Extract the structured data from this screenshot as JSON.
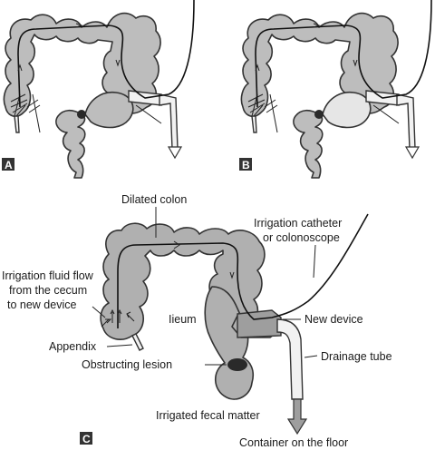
{
  "panels": {
    "a": "A",
    "b": "B",
    "c": "C"
  },
  "labels": {
    "dilated_colon": "Dilated colon",
    "irrigation_catheter_line1": "Irrigation catheter",
    "irrigation_catheter_line2": "or colonoscope",
    "irrigation_flow_line1": "Irrigation fluid flow",
    "irrigation_flow_line2": "from the cecum",
    "irrigation_flow_line3": "to new device",
    "ileum": "Iieum",
    "new_device": "New device",
    "appendix": "Appendix",
    "obstructing_lesion": "Obstructing lesion",
    "drainage_tube": "Drainage tube",
    "irrigated_fecal_matter": "Irrigated fecal matter",
    "container": "Container on the floor"
  },
  "colors": {
    "colon_fill": "#bdbdbd",
    "lesion": "#2a2a2a",
    "outline": "#333333"
  }
}
